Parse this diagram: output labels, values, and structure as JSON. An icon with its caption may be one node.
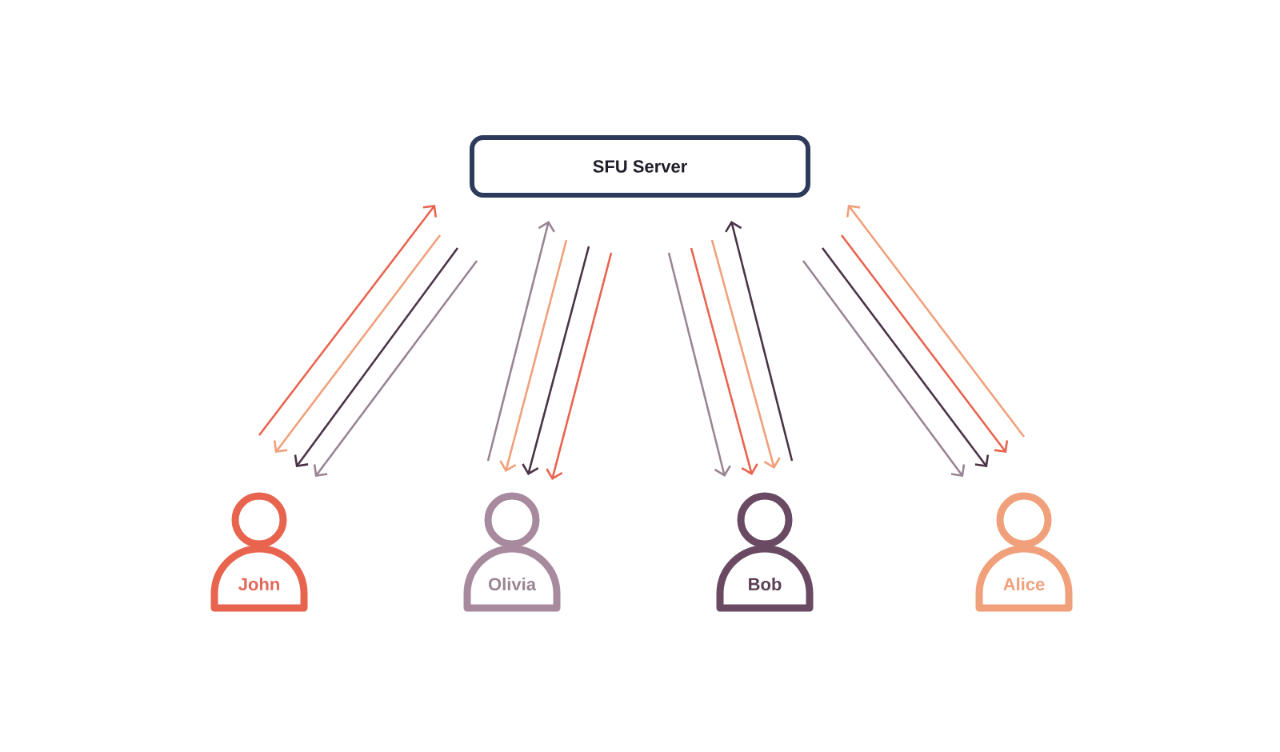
{
  "diagram": {
    "nodes": [
      {
        "text": [
          "SFU Server"
        ]
      },
      {
        "text": [
          "John"
        ]
      },
      {
        "text": [
          "Olivia"
        ]
      },
      {
        "text": [
          "Bob"
        ]
      },
      {
        "text": [
          "Alice"
        ]
      }
    ],
    "edges": [
      {
        "from": 1,
        "to": 0,
        "arrow": "to",
        "color": "#e8644f"
      },
      {
        "from": 0,
        "to": 1,
        "arrow": "to",
        "color": "#f0a07a"
      },
      {
        "from": 0,
        "to": 1,
        "arrow": "to",
        "color": "#4a3346"
      },
      {
        "from": 0,
        "to": 1,
        "arrow": "to",
        "color": "#9a8494"
      },
      {
        "from": 2,
        "to": 0,
        "arrow": "to",
        "color": "#9a8494"
      },
      {
        "from": 0,
        "to": 2,
        "arrow": "to",
        "color": "#f0a07a"
      },
      {
        "from": 0,
        "to": 2,
        "arrow": "to",
        "color": "#4a3346"
      },
      {
        "from": 0,
        "to": 2,
        "arrow": "to",
        "color": "#e8644f"
      },
      {
        "from": 0,
        "to": 3,
        "arrow": "to",
        "color": "#9a8494"
      },
      {
        "from": 0,
        "to": 3,
        "arrow": "to",
        "color": "#e8644f"
      },
      {
        "from": 0,
        "to": 3,
        "arrow": "to",
        "color": "#f0a07a"
      },
      {
        "from": 3,
        "to": 0,
        "arrow": "to",
        "color": "#4a3346"
      },
      {
        "from": 0,
        "to": 4,
        "arrow": "to",
        "color": "#9a8494"
      },
      {
        "from": 0,
        "to": 4,
        "arrow": "to",
        "color": "#4a3346"
      },
      {
        "from": 0,
        "to": 4,
        "arrow": "to",
        "color": "#e8644f"
      },
      {
        "from": 4,
        "to": 0,
        "arrow": "to",
        "color": "#f0a07a"
      }
    ]
  }
}
